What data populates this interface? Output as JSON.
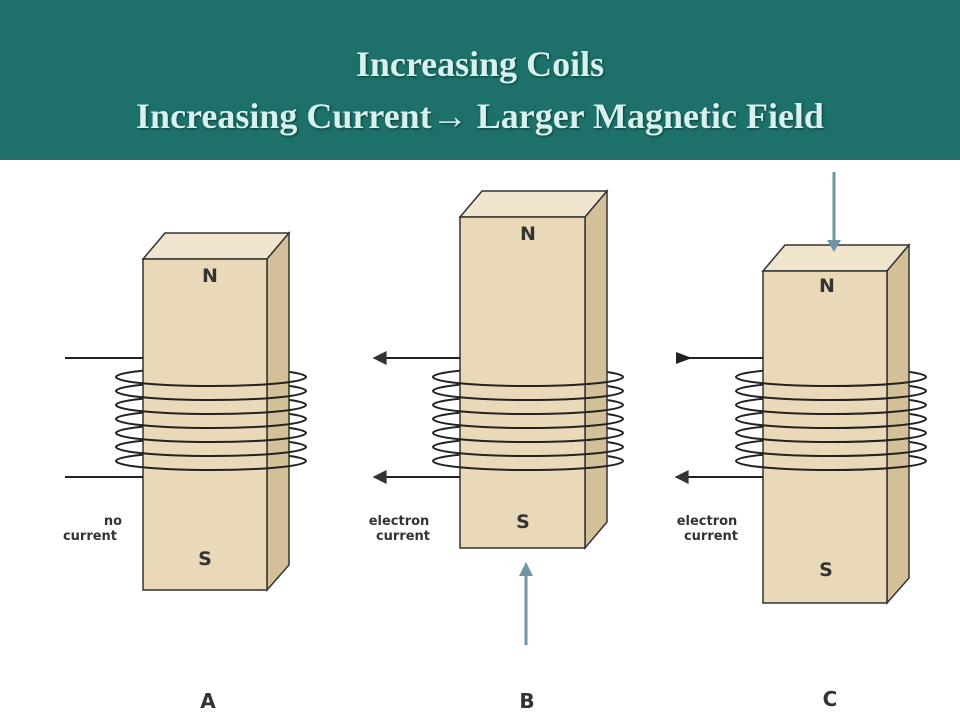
{
  "slide": {
    "title_line1": "Increasing Coils",
    "title_line2_a": "Increasing Current",
    "title_line2_arrow": "→",
    "title_line2_b": " Larger Magnetic Field"
  },
  "panels": [
    {
      "letter": "A",
      "north": "N",
      "south": "S",
      "label_line1": "no",
      "label_line2": "current"
    },
    {
      "letter": "B",
      "north": "N",
      "south": "S",
      "label_line1": "electron",
      "label_line2": "current"
    },
    {
      "letter": "C",
      "north": "N",
      "south": "S",
      "label_line1": "electron",
      "label_line2": "current"
    }
  ],
  "colors": {
    "header_bg": "#1d716a",
    "title_text": "#d6f1ee",
    "magnet_front": "#e9d9b9",
    "magnet_side": "#d3bf98",
    "magnet_top": "#f1e6cd",
    "pointer_arrow": "#6f95a6"
  }
}
